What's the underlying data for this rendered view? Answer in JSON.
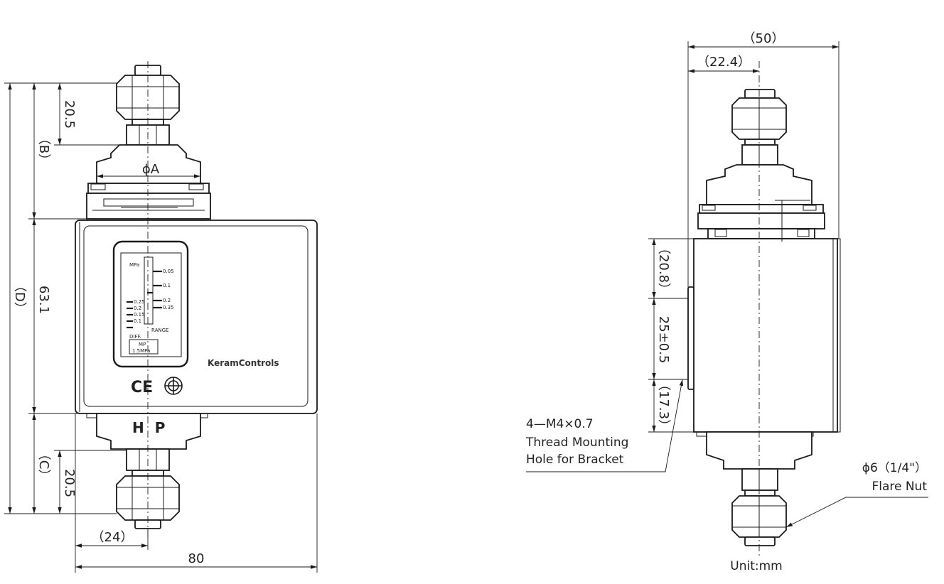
{
  "left_view": {
    "dim_top_fitting": "20.5",
    "dim_b": "（B）",
    "dim_a": "ϕA",
    "dim_body": "63.1",
    "dim_d": "（D）",
    "dim_c": "（C）",
    "dim_bottom_fitting": "20.5",
    "dim_half_width": "（24）",
    "dim_width": "80",
    "hp_label": "H P",
    "brand": "KeramControls",
    "ce_mark": "CE",
    "scale_window": {
      "unit": "MPa",
      "range_ticks": [
        "0.05",
        "0.1",
        "0.2",
        "0.35"
      ],
      "diff_ticks": [
        "0.25",
        "0.2",
        "0.15",
        "0.1"
      ],
      "range_label": "RANGE",
      "diff_label": "DIFF.",
      "model_line1": "MP",
      "model_line2": "1.5MPa"
    }
  },
  "right_view": {
    "dim_total": "（50）",
    "dim_offset": "（22.4）",
    "dim_upper": "（20.8）",
    "dim_mid": "25±0.5",
    "dim_lower": "（17.3）",
    "callout_thread_line1": "4—M4×0.7",
    "callout_thread_line2": "Thread Mounting",
    "callout_thread_line3": "Hole for Bracket",
    "callout_nut_line1": "ϕ6（1/4\"）",
    "callout_nut_line2": "Flare Nut",
    "unit_label": "Unit:mm"
  }
}
